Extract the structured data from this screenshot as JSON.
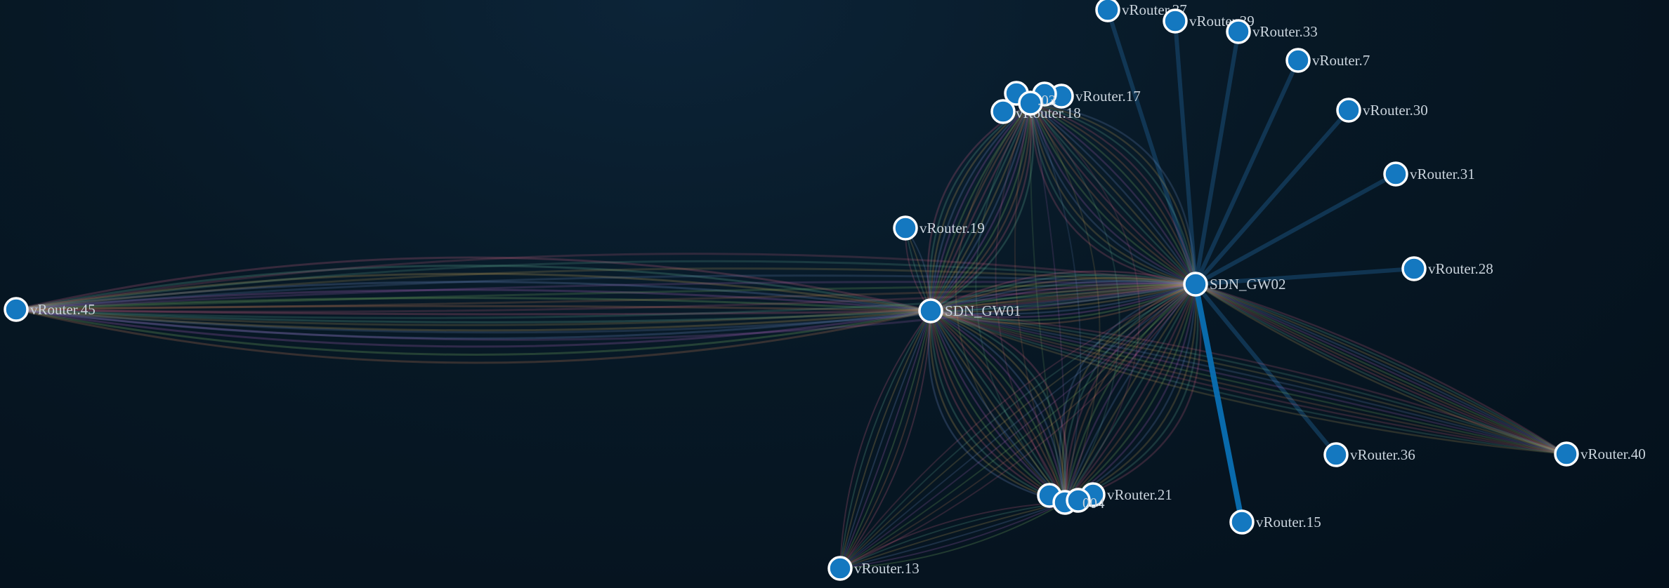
{
  "graph": {
    "colors": {
      "node_fill": "#1478c0",
      "node_stroke": "#ffffff",
      "label": "#c9d3dc",
      "link_primary": "#0a6fb3",
      "link_faint": "#1a4f78",
      "bundle_palette": [
        "#e46a8c",
        "#6ec4a4",
        "#d9b15c",
        "#7a9bd9",
        "#c46fd0",
        "#8fd06f",
        "#e08a5c"
      ]
    },
    "nodes": [
      {
        "id": "vRouter.45",
        "label": "vRouter.45"
      },
      {
        "id": "SDN_GW01",
        "label": "SDN_GW01"
      },
      {
        "id": "SDN_GW02",
        "label": "SDN_GW02"
      },
      {
        "id": "vRouter.19",
        "label": "vRouter.19"
      },
      {
        "id": "vRouter.37",
        "label": "vRouter.37"
      },
      {
        "id": "vRouter.39",
        "label": "vRouter.39"
      },
      {
        "id": "vRouter.33",
        "label": "vRouter.33"
      },
      {
        "id": "vRouter.7",
        "label": "vRouter.7"
      },
      {
        "id": "vRouter.30",
        "label": "vRouter.30"
      },
      {
        "id": "vRouter.31",
        "label": "vRouter.31"
      },
      {
        "id": "vRouter.28",
        "label": "vRouter.28"
      },
      {
        "id": "vRouter.36",
        "label": "vRouter.36"
      },
      {
        "id": "vRouter.40",
        "label": "vRouter.40"
      },
      {
        "id": "vRouter.15",
        "label": "vRouter.15"
      },
      {
        "id": "vRouter.13",
        "label": "vRouter.13"
      },
      {
        "id": "vRouter.17",
        "label": "vRouter.17"
      },
      {
        "id": "vRouter.18",
        "label": "vRouter.18"
      },
      {
        "id": "vRouter.21",
        "label": "vRouter.21"
      },
      {
        "id": "top_a",
        "label": ""
      },
      {
        "id": "top_b",
        "label": ""
      },
      {
        "id": "top_c",
        "label": ".03"
      },
      {
        "id": "bot_a",
        "label": ""
      },
      {
        "id": "bot_b",
        "label": ""
      },
      {
        "id": "bot_c",
        "label": "004"
      }
    ]
  }
}
